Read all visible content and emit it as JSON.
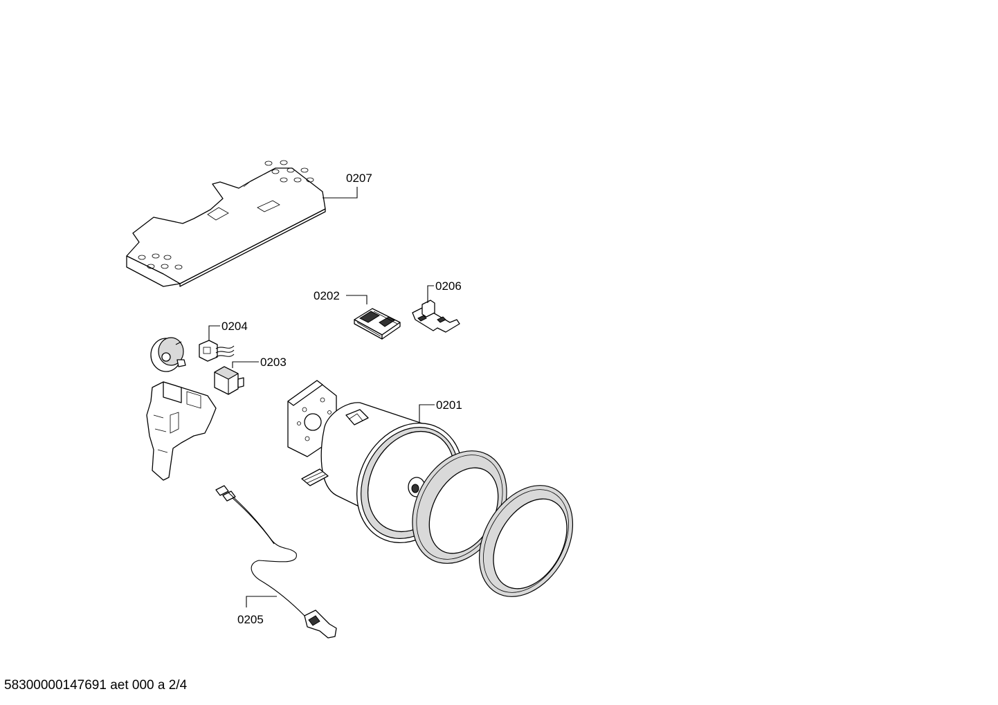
{
  "diagram": {
    "labels": {
      "p0201": "0201",
      "p0202": "0202",
      "p0203": "0203",
      "p0204": "0204",
      "p0205": "0205",
      "p0206": "0206",
      "p0207": "0207"
    },
    "footer": "58300000147691 aet 000 a 2/4"
  }
}
